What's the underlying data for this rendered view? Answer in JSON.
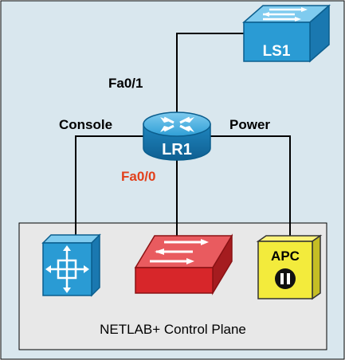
{
  "diagram": {
    "background": "#d9e7ee",
    "router": {
      "label": "LR1"
    },
    "switch": {
      "label": "LS1"
    },
    "ports": {
      "fa01": "Fa0/1",
      "fa00": "Fa0/0"
    },
    "links": {
      "console": "Console",
      "power": "Power"
    },
    "control_plane": {
      "label": "NETLAB+ Control Plane",
      "apc_label": "APC"
    },
    "colors": {
      "cisco_blue": "#2a9bd4",
      "red_switch": "#d7262a",
      "apc_yellow": "#f3eb3c",
      "port_red": "#e2401b"
    },
    "icons": [
      "router-icon",
      "switch-icon",
      "access-server-icon",
      "red-switch-icon",
      "apc-icon"
    ]
  }
}
